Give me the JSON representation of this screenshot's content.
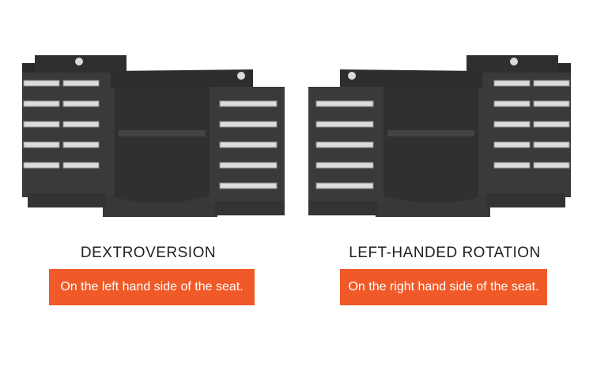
{
  "products": [
    {
      "id": "dextroversion",
      "title": "DEXTROVERSION",
      "description": "On the left hand side of the seat.",
      "orientation": "left",
      "badge_color": "#f05a28",
      "icon": "checkout-counter-icon"
    },
    {
      "id": "left-handed-rotation",
      "title": "LEFT-HANDED ROTATION",
      "description": "On the right hand side of the seat.",
      "orientation": "right",
      "badge_color": "#f05a28",
      "icon": "checkout-counter-icon"
    }
  ]
}
